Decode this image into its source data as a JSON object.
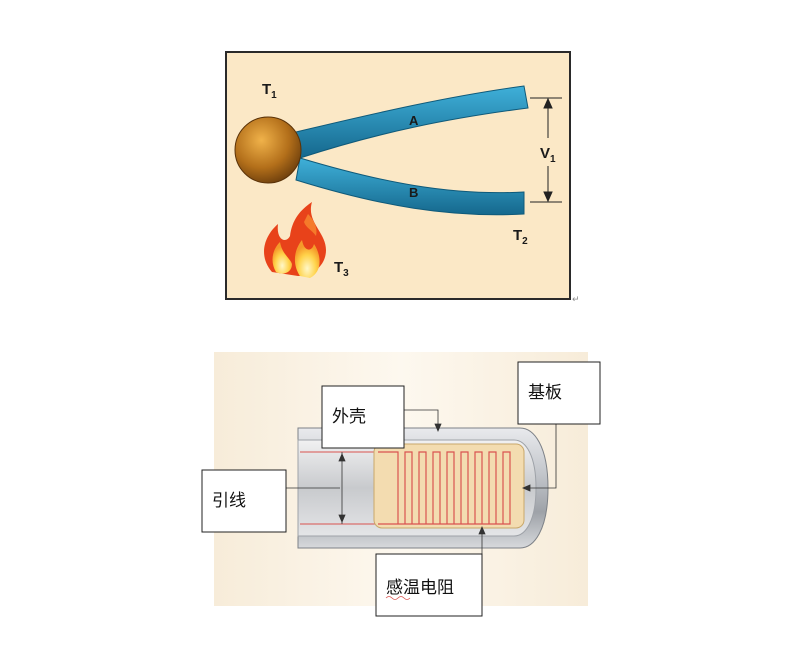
{
  "thermocouple": {
    "labels": {
      "t1": "T",
      "t1_sub": "1",
      "wire_a": "A",
      "wire_b": "B",
      "v1": "V",
      "v1_sub": "1",
      "t2": "T",
      "t2_sub": "2",
      "t3": "T",
      "t3_sub": "3"
    },
    "colors": {
      "background": "#fbe8c6",
      "border": "#2a2a2a",
      "wire": "#1e8ab3",
      "junction": "#b36f1a",
      "flame_outer": "#e8421a",
      "flame_inner": "#ffd34a"
    }
  },
  "rtd": {
    "labels": {
      "shell": "外壳",
      "substrate": "基板",
      "lead": "引线",
      "sensing_resistor": "感温电阻"
    },
    "colors": {
      "panel": "#faf3e6",
      "sheath": "#b9bcc2",
      "substrate": "#f3dcb0",
      "element": "#d9534f"
    }
  }
}
